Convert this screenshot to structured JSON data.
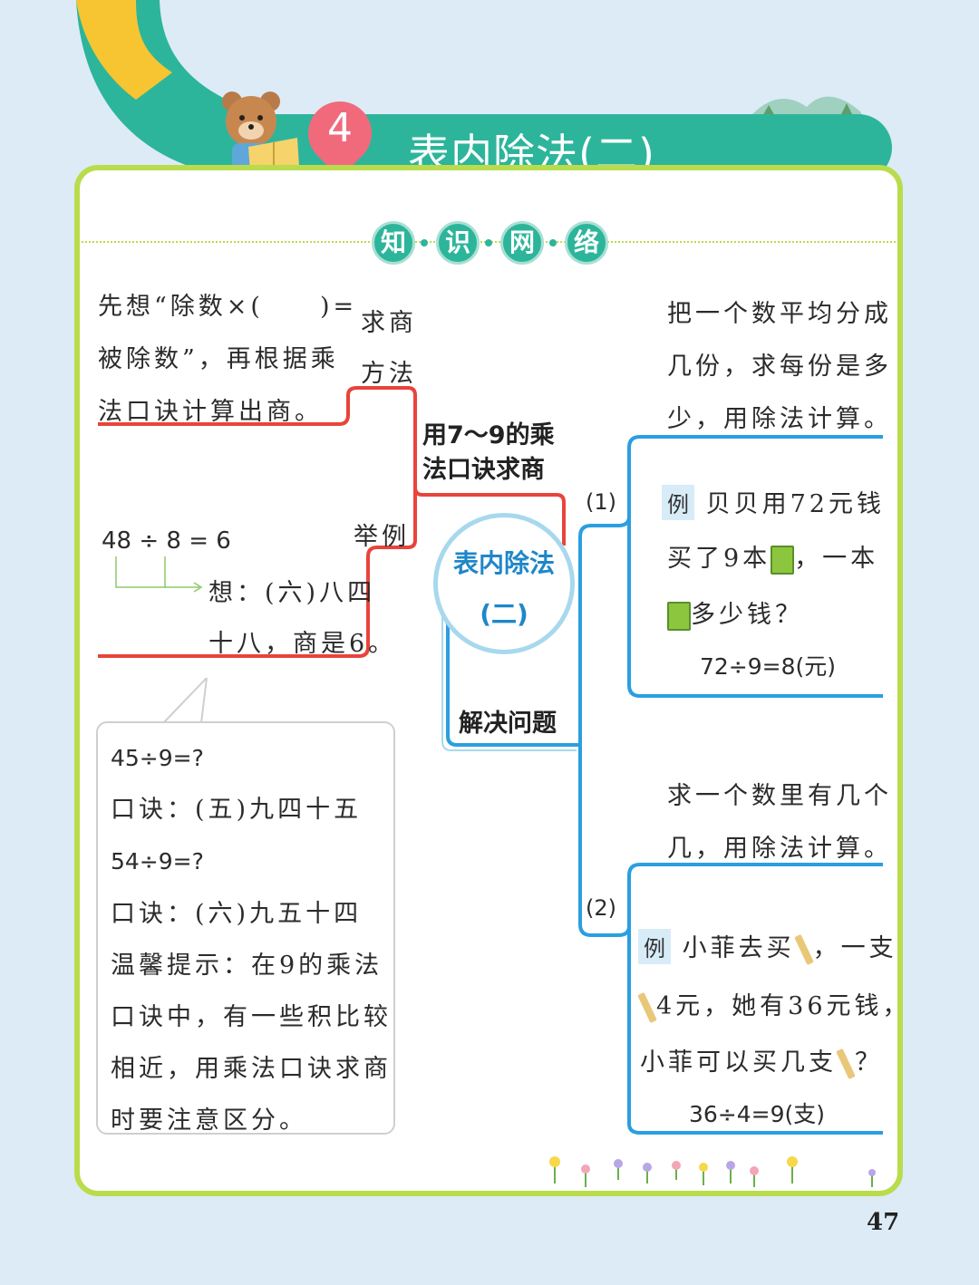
{
  "header": {
    "unit_number": "4",
    "title": "表内除法(二)"
  },
  "section_title": [
    "知",
    "识",
    "网",
    "络"
  ],
  "center": {
    "line1": "表内除法",
    "line2": "(二)"
  },
  "left_branch": {
    "label": "用7～9的乘法口诀求商",
    "label_line1": "用7～9的乘",
    "label_line2": "法口诀求商",
    "method_label_1": "求商",
    "method_label_2": "方法",
    "method_text": [
      "先想“除数×(　　)=",
      "被除数”，再根据乘",
      "法口诀计算出商。"
    ],
    "example_label": "举例",
    "example_equation": "48 ÷ 8 = 6",
    "example_text": [
      "想：(六)八四",
      "十八，商是6。"
    ]
  },
  "tip_box": {
    "lines": [
      "45÷9=?",
      "口诀：(五)九四十五",
      "54÷9=?",
      "口诀：(六)九五十四",
      "温馨提示：在9的乘法",
      "口诀中，有一些积比较",
      "相近，用乘法口诀求商",
      "时要注意区分。"
    ]
  },
  "right_branch": {
    "label": "解决问题",
    "item1": {
      "number": "(1)",
      "description": [
        "把一个数平均分成",
        "几份，求每份是多",
        "少，用除法计算。"
      ],
      "example_badge": "例",
      "example_lines": [
        "贝贝用72元钱",
        "买了9本",
        "，一本",
        "多少钱？"
      ],
      "answer": "72÷9=8(元)"
    },
    "item2": {
      "number": "(2)",
      "description": [
        "求一个数里有几个",
        "几，用除法计算。"
      ],
      "example_badge": "例",
      "example_lines": [
        "小菲去买",
        "，一支",
        "4元，她有36元钱，",
        "小菲可以买几支",
        "？"
      ],
      "answer": "36÷4=9(支)"
    }
  },
  "page_number": "47",
  "colors": {
    "panel_border": "#b9dc4d",
    "title_bar": "#2db59b",
    "red_line": "#e8443a",
    "blue_line": "#2a9fe0"
  }
}
